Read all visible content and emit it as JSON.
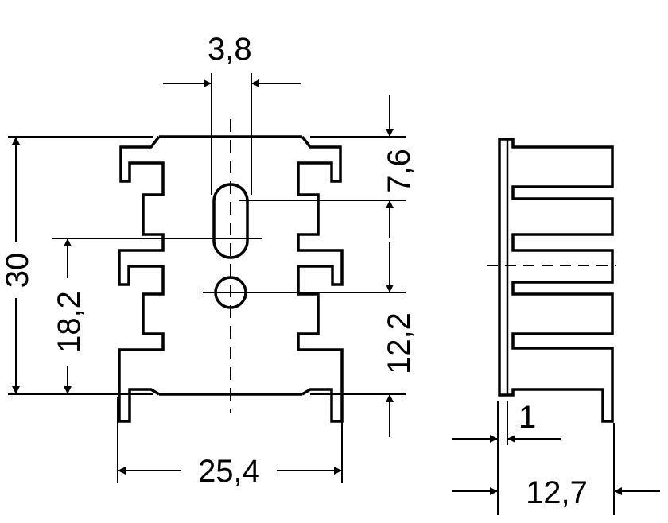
{
  "drawing": {
    "front_view": {
      "dimensions": {
        "hole_spacing_width": "3,8",
        "overall_height": "30",
        "pin_height": "18,2",
        "top_to_hole": "7,6",
        "hole_to_bottom": "12,2",
        "pin_spacing": "25,4"
      }
    },
    "side_view": {
      "dimensions": {
        "base_thickness": "1",
        "overall_depth": "12,7"
      }
    },
    "colors": {
      "line": "#000000",
      "background": "#ffffff"
    }
  }
}
